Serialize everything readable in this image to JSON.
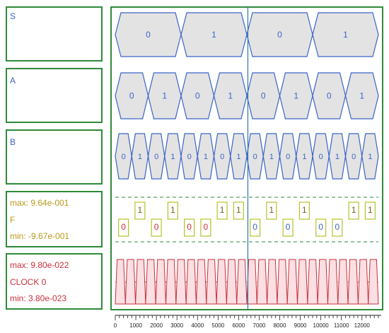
{
  "colors": {
    "frame": "#2f8a3a",
    "logic_line": "#3a64c8",
    "logic_fill": "#e3e3e3",
    "label_blue": "#3a64c8",
    "analog": "#b7c22a",
    "analog_text": "#b79a1a",
    "clock": "#c8303a",
    "clock_fill": "#fbdfe3",
    "cursor": "#2a78b0"
  },
  "signals": [
    {
      "name": "S",
      "kind": "logic",
      "values": [
        "0",
        "1",
        "0",
        "1"
      ]
    },
    {
      "name": "A",
      "kind": "logic",
      "values": [
        "0",
        "1",
        "0",
        "1",
        "0",
        "1",
        "0",
        "1"
      ]
    },
    {
      "name": "B",
      "kind": "logic",
      "values": [
        "0",
        "1",
        "0",
        "1",
        "0",
        "1",
        "0",
        "1",
        "0",
        "1",
        "0",
        "1",
        "0",
        "1",
        "0",
        "1"
      ]
    },
    {
      "name": "F",
      "kind": "analog",
      "max_label": "max: 9.64e-001",
      "min_label": "min: -9.67e-001",
      "values": [
        "0",
        "1",
        "0",
        "1",
        "0",
        "0",
        "1",
        "1",
        "0",
        "1",
        "0",
        "1",
        "0",
        "0",
        "1",
        "1"
      ]
    },
    {
      "name": "CLOCK 0",
      "kind": "clock",
      "max_label": "max: 9.80e-022",
      "min_label": "min: 3.80e-023"
    }
  ],
  "timeline": {
    "start": 0,
    "end": 12800,
    "ticks": [
      0,
      1000,
      2000,
      3000,
      4000,
      5000,
      6000,
      7000,
      8000,
      9000,
      10000,
      11000,
      12000
    ],
    "tick_labels": [
      "0",
      "1000",
      "2000",
      "3000",
      "4000",
      "5000",
      "6000",
      "7000",
      "8000",
      "9000",
      "10000",
      "11000",
      "12000"
    ],
    "cursor_time": 6450,
    "clock_cycles": 26
  }
}
